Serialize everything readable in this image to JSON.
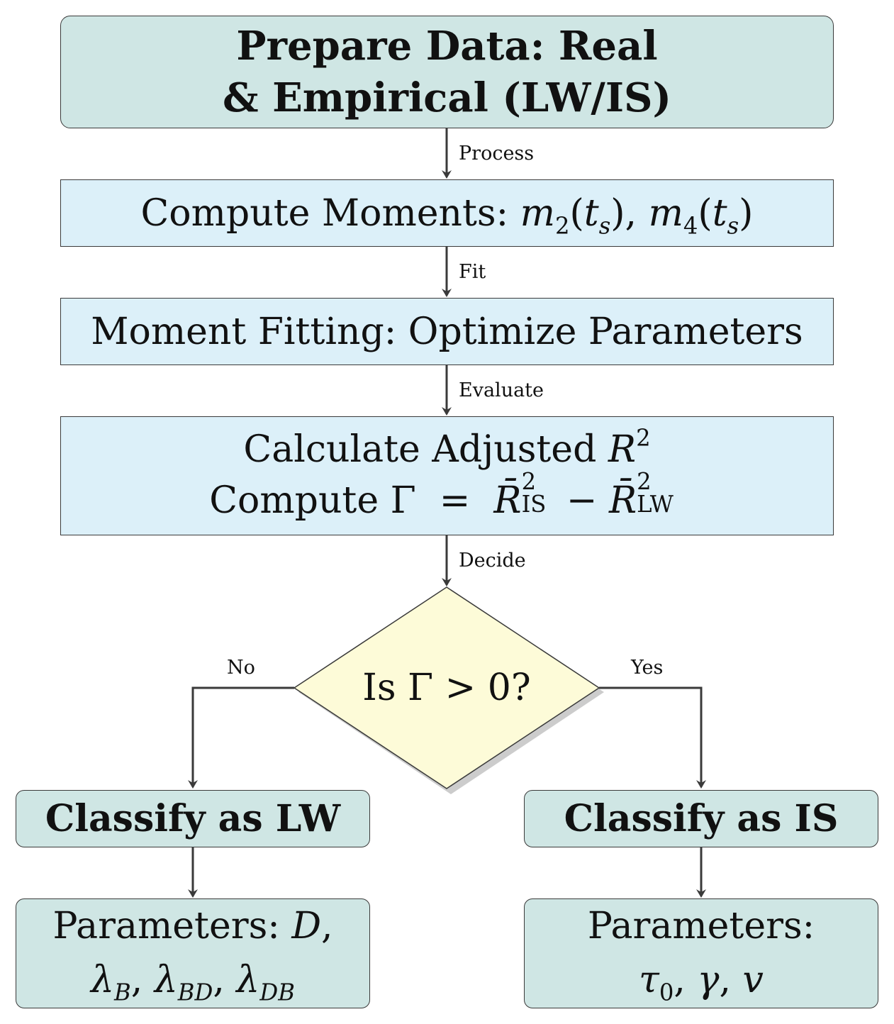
{
  "nodes": {
    "prepare": {
      "line1": "Prepare Data: Real",
      "line2": "& Empirical (LW/IS)"
    },
    "moments": {
      "prefix": "Compute Moments: ",
      "m": "m",
      "sub2": "2",
      "ts": "t",
      "s": "s",
      "comma": ", ",
      "sub4": "4"
    },
    "fitting": {
      "text": "Moment Fitting: Optimize Parameters"
    },
    "calculate": {
      "line1_prefix": "Calculate Adjusted ",
      "R": "R",
      "sup2": "2",
      "line2_prefix": "Compute Γ  =  ",
      "Rbar": "R̄",
      "IS": "IS",
      "minus": " − ",
      "LW": "LW"
    },
    "decision": {
      "prefix": "Is Γ > 0?"
    },
    "classify_lw": {
      "text": "Classify as LW"
    },
    "classify_is": {
      "text": "Classify as IS"
    },
    "params_lw": {
      "line1_prefix": "Parameters: ",
      "D": "D",
      "comma": ",",
      "lambda": "λ",
      "B": "B",
      "BD": "BD",
      "DB": "DB",
      "sep": ", "
    },
    "params_is": {
      "line1": "Parameters:",
      "tau": "τ",
      "zero": "0",
      "gamma": "γ",
      "v": "v",
      "sep": ", "
    }
  },
  "edges": {
    "process": "Process",
    "fit": "Fit",
    "evaluate": "Evaluate",
    "decide": "Decide",
    "no": "No",
    "yes": "Yes"
  },
  "colors": {
    "teal_fill": "#cfe6e4",
    "blue_fill": "#dcf0f9",
    "diamond_fill": "#fdfbd8",
    "stroke": "#3a3a3a",
    "shadow": "#cccccc"
  }
}
